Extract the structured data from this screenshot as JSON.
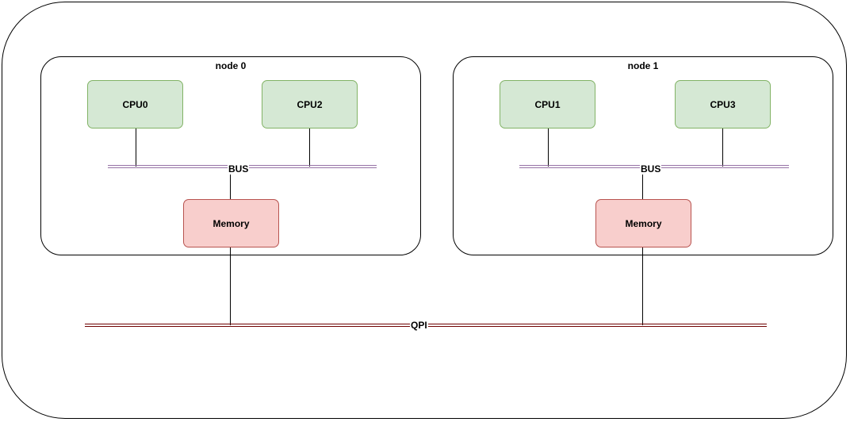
{
  "nodes": [
    {
      "title": "node 0",
      "cpus": [
        "CPU0",
        "CPU2"
      ],
      "bus_label": "BUS",
      "memory_label": "Memory"
    },
    {
      "title": "node 1",
      "cpus": [
        "CPU1",
        "CPU3"
      ],
      "bus_label": "BUS",
      "memory_label": "Memory"
    }
  ],
  "interconnect_label": "QPI",
  "colors": {
    "cpu_fill": "#d5e8d4",
    "cpu_stroke": "#82b366",
    "memory_fill": "#f8cecc",
    "memory_stroke": "#b85450",
    "bus_line": "#9673a6",
    "qpi_line": "#6f0000"
  }
}
